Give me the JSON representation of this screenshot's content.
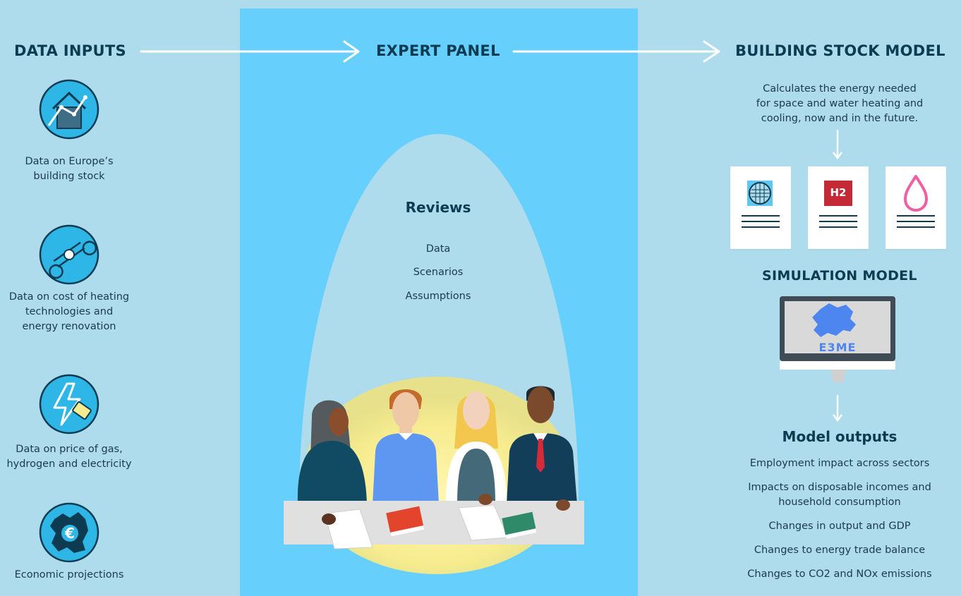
{
  "headers": {
    "data_inputs": "DATA INPUTS",
    "expert_panel": "EXPERT PANEL",
    "building_stock_model": "BUILDING STOCK MODEL",
    "simulation_model": "SIMULATION MODEL"
  },
  "inputs": [
    {
      "label": "Data on Europe’s\nbuilding stock",
      "icon": "house-chart-icon"
    },
    {
      "label": "Data on cost of heating\ntechnologies and\nenergy renovation",
      "icon": "wrench-coin-icon"
    },
    {
      "label": "Data on price of gas,\nhydrogen and electricity",
      "icon": "lightning-price-tag-icon"
    },
    {
      "label": "Economic projections",
      "icon": "europe-euro-icon"
    }
  ],
  "reviews": {
    "title": "Reviews",
    "items": [
      "Data",
      "Scenarios",
      "Assumptions"
    ]
  },
  "building_stock": {
    "description": "Calculates the energy needed\nfor space and water heating and\ncooling, now and in the future.",
    "doc_icons": [
      "heat-pump-grid-icon",
      "hydrogen-icon",
      "gas-flame-icon"
    ],
    "h2_label": "H2"
  },
  "simulation": {
    "monitor_label": "E3ME"
  },
  "outputs": {
    "title": "Model outputs",
    "items": [
      "Employment impact across sectors",
      "Impacts on disposable incomes and\nhousehold consumption",
      "Changes in output and GDP",
      "Changes to energy trade balance",
      "Changes to CO2 and NOx emissions"
    ]
  },
  "colors": {
    "background": "#aedcec",
    "panel": "#66cffc",
    "icon_fill": "#2eb6e6",
    "heading": "#0c3b52",
    "h2_red": "#c42a35",
    "flame_pink": "#ef5fa3"
  }
}
